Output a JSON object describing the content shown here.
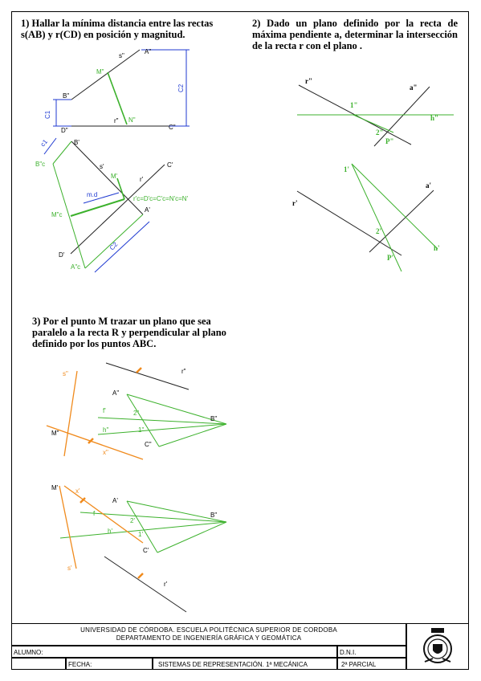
{
  "problems": {
    "p1": "1) Hallar la mínima distancia entre las rectas s(AB) y r(CD) en posición y magnitud.",
    "p2": "2) Dado un plano definido por la recta de máxima pendiente a, determinar la intersección de la recta r con el plano .",
    "p3": "3) Por el punto M trazar un plano que sea paralelo a la recta R y perpendicular al plano definido por los puntos ABC."
  },
  "labels1": {
    "s2": "s\"",
    "A2": "A\"",
    "M2": "M\"",
    "B2": "B\"",
    "C2": "C2",
    "C1": "C1",
    "r2": "r\"",
    "N2": "N\"",
    "D2": "D\"",
    "Cc2": "C\"",
    "c1": "c1",
    "B1": "B'",
    "B2c": "B\"c",
    "s1": "s'",
    "M1": "M'",
    "C1p": "C'",
    "r1": "r'",
    "md": "m.d",
    "eq": "r'c=D'c=C'c=N'c=N'",
    "A1": "A'",
    "M2c": "M\"c",
    "D1": "D'",
    "A2c": "A\"c",
    "c2": "C2"
  },
  "labels2": {
    "r2": "r\"",
    "a2": "a\"",
    "p1": "1\"",
    "h2": "h\"",
    "p2": "2\"",
    "P2": "P\"",
    "p1b": "1'",
    "a1": "a'",
    "r1": "r'",
    "p2b": "2'",
    "h1": "h'",
    "P1": "P'"
  },
  "labels3": {
    "s2": "s\"",
    "r2": "r\"",
    "A2": "A\"",
    "f2": "f'",
    "p2": "2\"",
    "B2": "B\"",
    "M2": "M\"",
    "h2": "h\"",
    "p1": "1\"",
    "C2": "C\"",
    "x2": "x\"",
    "M1": "M'",
    "x1": "x'",
    "A1": "A'",
    "f1": "f",
    "B1": "B\"",
    "p2b": "2'",
    "h1": "h'",
    "p1b": "1'",
    "C1": "C'",
    "s1": "s'",
    "r1": "r'"
  },
  "titleblock": {
    "uni1": "UNIVERSIDAD DE CÓRDOBA. ESCUELA POLITÉCNICA SUPERIOR DE CORDOBA",
    "uni2": "DEPARTAMENTO DE INGENIERÍA GRÁFICA Y GEOMÁTICA",
    "alumno": "ALUMNO:",
    "dni": "D.N.I.",
    "fecha": "FECHA:",
    "sistemas": "SISTEMAS DE REPRESENTACIÓN. 1ª MECÁNICA",
    "parcial": "2ª PARCIAL"
  },
  "colors": {
    "green": "#3cb12c",
    "orange": "#f08a1c",
    "blue": "#1f3ad1",
    "line": "#222222"
  }
}
